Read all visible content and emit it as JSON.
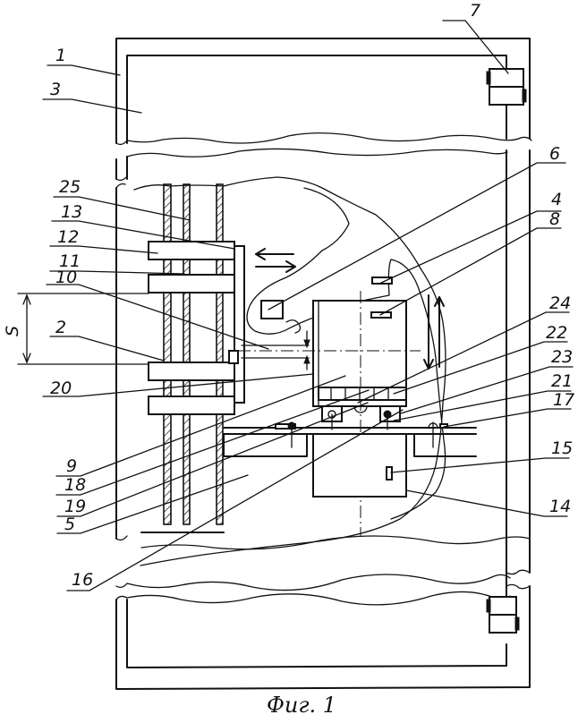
{
  "figure": {
    "caption": "Фиг. 1",
    "dimension_label": "S",
    "labels": {
      "l1": "1",
      "l2": "2",
      "l3": "3",
      "l4": "4",
      "l5": "5",
      "l6": "6",
      "l7": "7",
      "l8": "8",
      "l9": "9",
      "l10": "10",
      "l11": "11",
      "l12": "12",
      "l13": "13",
      "l14": "14",
      "l15": "15",
      "l16": "16",
      "l17": "17",
      "l18": "18",
      "l19": "19",
      "l20": "20",
      "l21": "21",
      "l22": "22",
      "l23": "23",
      "l24": "24",
      "l25": "25"
    }
  },
  "colors": {
    "ink": "#111111",
    "paper": "#ffffff"
  }
}
